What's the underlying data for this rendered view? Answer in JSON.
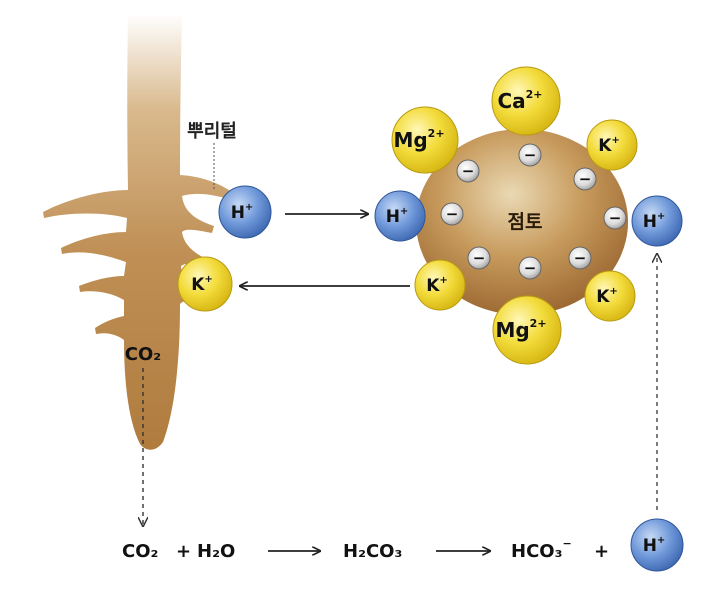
{
  "labels": {
    "root_hair": "뿌리털",
    "clay": "점토",
    "co2_root": "CO₂"
  },
  "ions": {
    "h_plus": "H",
    "k_plus": "K",
    "mg": "Mg",
    "ca": "Ca",
    "plus_sup": "+",
    "two_plus_sup": "2+",
    "minus": "−"
  },
  "equation": {
    "co2": "CO₂",
    "plus1": "+",
    "h2o": "H₂O",
    "h2co3": "H₂CO₃",
    "hco3": "HCO₃",
    "hco3_sup": "−",
    "plus2": "+"
  },
  "colors": {
    "root": "#b8874a",
    "clay": "#a56c32",
    "blue_ion": "#4a78c8",
    "yellow_ion": "#f0d21e",
    "arrow": "#222222"
  }
}
